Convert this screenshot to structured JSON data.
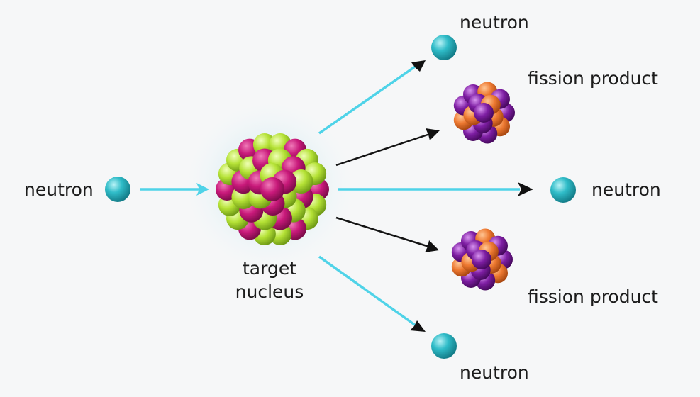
{
  "labels": {
    "incoming_neutron": "neutron",
    "target_line1": "target",
    "target_line2": "nucleus",
    "neutron_top": "neutron",
    "neutron_middle": "neutron",
    "neutron_bottom": "neutron",
    "fission_product_top": "fission product",
    "fission_product_bottom": "fission product"
  },
  "colors": {
    "neutron": "#2bb8c4",
    "proton": "#c8197a",
    "target_neutron": "#b5e236",
    "fragment_proton": "#7e1ea3",
    "fragment_neutron": "#ee7a32",
    "neutron_arrow": "#4fd3e8",
    "product_arrow": "#141414"
  }
}
